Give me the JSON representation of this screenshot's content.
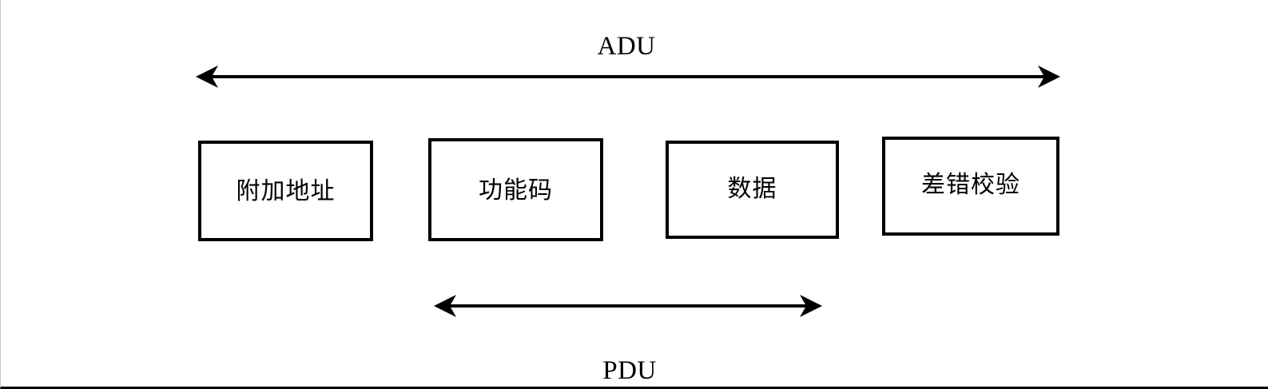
{
  "diagram": {
    "title_top": "ADU",
    "title_bottom": "PDU",
    "colors": {
      "stroke": "#000000",
      "background": "#ffffff",
      "text": "#000000",
      "frame_line": "#c8c8c8"
    },
    "spans": [
      {
        "name": "adu",
        "label": "ADU",
        "position": "top",
        "covers": [
          "附加地址",
          "功能码",
          "数据",
          "差错校验"
        ],
        "arrow_style": "double-headed"
      },
      {
        "name": "pdu",
        "label": "PDU",
        "position": "bottom",
        "covers": [
          "功能码",
          "数据"
        ],
        "arrow_style": "double-headed"
      }
    ],
    "fields": [
      {
        "id": "additional-address",
        "label": "附加地址"
      },
      {
        "id": "function-code",
        "label": "功能码"
      },
      {
        "id": "data",
        "label": "数据"
      },
      {
        "id": "error-check",
        "label": "差错校验"
      }
    ]
  }
}
